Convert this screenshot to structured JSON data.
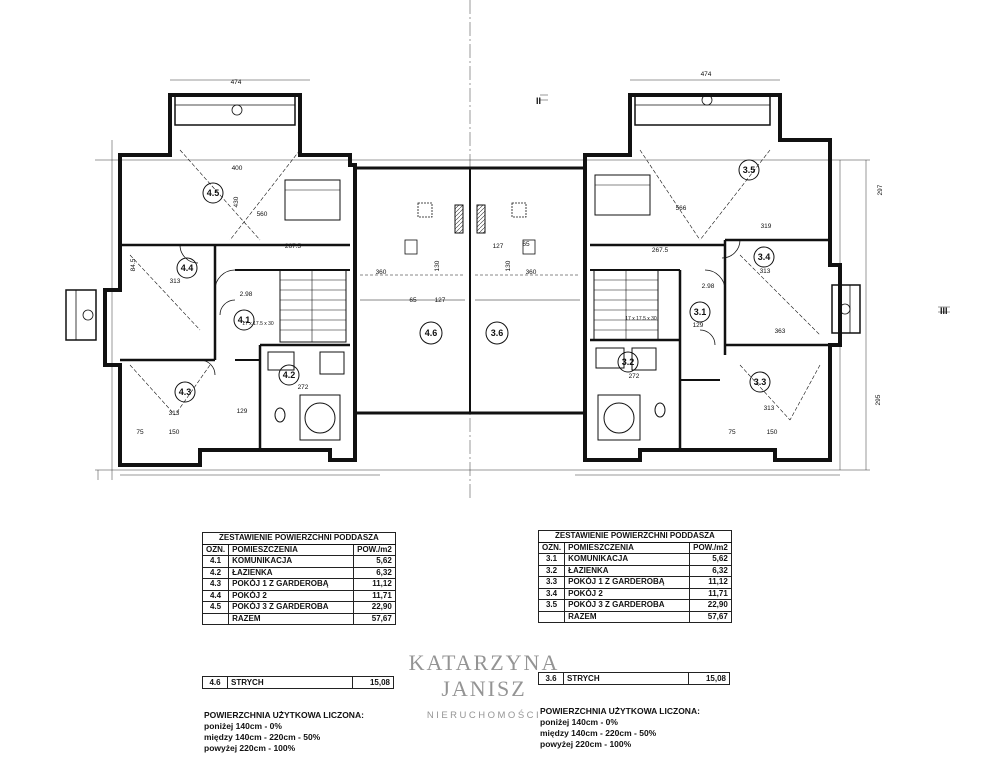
{
  "plan": {
    "dims": {
      "top_width": "474",
      "left_total": "295",
      "right_total": "297"
    },
    "section_marks": {
      "top": "II",
      "right": "III"
    },
    "left_rooms": [
      {
        "id": "4.1",
        "dims": [
          "2.98",
          "17 x 17.5 x 30"
        ]
      },
      {
        "id": "4.2",
        "dims": [
          "272",
          "129"
        ]
      },
      {
        "id": "4.3",
        "dims": [
          "313",
          "150",
          "75"
        ]
      },
      {
        "id": "4.4",
        "dims": [
          "313",
          "84.5"
        ]
      },
      {
        "id": "4.5",
        "dims": [
          "560",
          "430",
          "400",
          "267.5"
        ]
      },
      {
        "id": "4.6",
        "dims": [
          "360",
          "130",
          "127",
          "65"
        ]
      }
    ],
    "right_rooms": [
      {
        "id": "3.1",
        "dims": [
          "2.98",
          "17 x 17.5 x 30"
        ]
      },
      {
        "id": "3.2",
        "dims": [
          "272",
          "129"
        ]
      },
      {
        "id": "3.3",
        "dims": [
          "313",
          "150",
          "75"
        ]
      },
      {
        "id": "3.4",
        "dims": [
          "313",
          "363"
        ]
      },
      {
        "id": "3.5",
        "dims": [
          "566",
          "319",
          "267.5"
        ]
      },
      {
        "id": "3.6",
        "dims": [
          "360",
          "130",
          "127",
          "65"
        ]
      }
    ]
  },
  "left_table": {
    "title": "ZESTAWIENIE POWIERZCHNI PODDASZA",
    "headers": [
      "OZN.",
      "POMIESZCZENIA",
      "POW./m2"
    ],
    "rows": [
      [
        "4.1",
        "KOMUNIKACJA",
        "5,62"
      ],
      [
        "4.2",
        "ŁAZIENKA",
        "6,32"
      ],
      [
        "4.3",
        "POKÓJ 1 Z GARDEROBĄ",
        "11,12"
      ],
      [
        "4.4",
        "POKÓJ 2",
        "11,71"
      ],
      [
        "4.5",
        "POKÓJ 3 Z GARDEROBA",
        "22,90"
      ]
    ],
    "total_label": "RAZEM",
    "total_value": "57,67",
    "attic": [
      "4.6",
      "STRYCH",
      "15,08"
    ]
  },
  "right_table": {
    "title": "ZESTAWIENIE POWIERZCHNI PODDASZA",
    "headers": [
      "OZN.",
      "POMIESZCZENIA",
      "POW./m2"
    ],
    "rows": [
      [
        "3.1",
        "KOMUNIKACJA",
        "5,62"
      ],
      [
        "3.2",
        "ŁAZIENKA",
        "6,32"
      ],
      [
        "3.3",
        "POKÓJ 1 Z GARDEROBĄ",
        "11,12"
      ],
      [
        "3.4",
        "POKÓJ 2",
        "11,71"
      ],
      [
        "3.5",
        "POKÓJ 3 Z GARDEROBA",
        "22,90"
      ]
    ],
    "total_label": "RAZEM",
    "total_value": "57,67",
    "attic": [
      "3.6",
      "STRYCH",
      "15,08"
    ]
  },
  "notes": {
    "heading": "POWIERZCHNIA UŻYTKOWA LICZONA:",
    "lines": [
      "poniżej 140cm - 0%",
      "między 140cm - 220cm - 50%",
      "powyżej 220cm - 100%"
    ]
  },
  "watermark": {
    "name": "KATARZYNA JANISZ",
    "subtitle": "NIERUCHOMOŚCI"
  },
  "colors": {
    "ink": "#111111",
    "paper": "#ffffff"
  }
}
